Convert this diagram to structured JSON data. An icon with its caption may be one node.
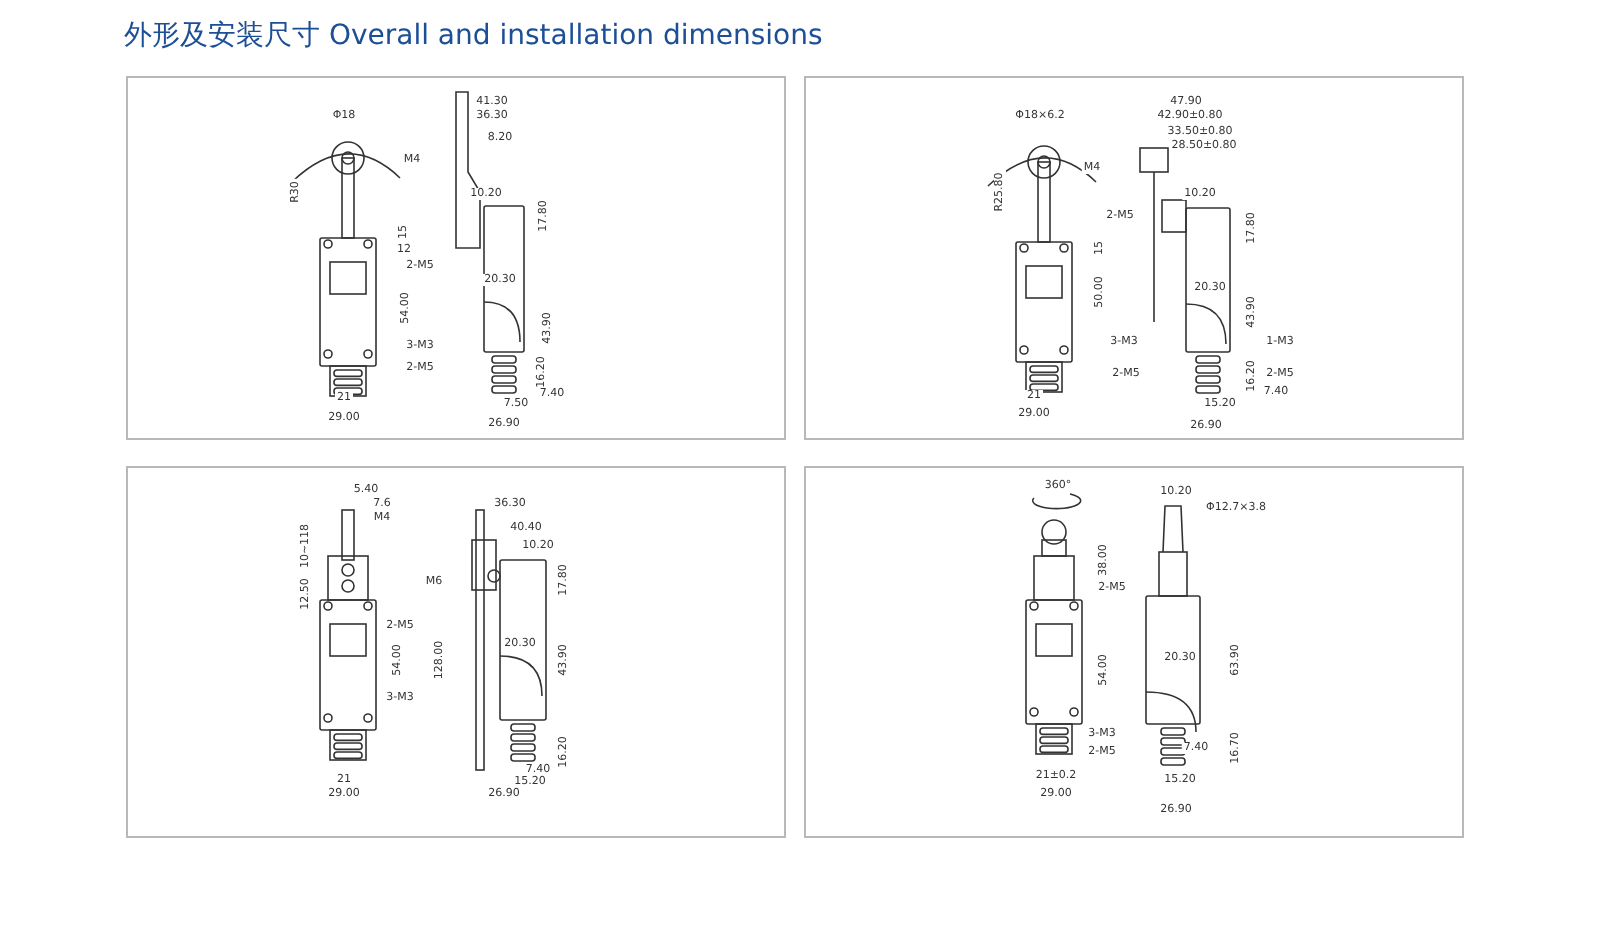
{
  "diagram": {
    "title": "外形及安装尺寸 Overall and installation dimensions",
    "labels": [
      "Φ18",
      "M4",
      "R30",
      "15",
      "12",
      "2-M5",
      "54.00",
      "3-M3",
      "2-M5",
      "21",
      "29.00",
      "41.30",
      "36.30",
      "8.20",
      "10.20",
      "17.80",
      "20.30",
      "43.90",
      "16.20",
      "7.40",
      "7.50",
      "26.90",
      "Φ18×6.2",
      "M4",
      "R25.80",
      "2-M5",
      "15",
      "50.00",
      "3-M3",
      "2-M5",
      "21",
      "29.00",
      "47.90",
      "42.90±0.80",
      "33.50±0.80",
      "28.50±0.80",
      "10.20",
      "17.80",
      "20.30",
      "43.90",
      "1-M3",
      "2-M5",
      "16.20",
      "7.40",
      "15.20",
      "26.90",
      "5.40",
      "7.6",
      "M4",
      "10~118",
      "12.50",
      "2-M5",
      "54.00",
      "3-M3",
      "21",
      "29.00",
      "36.30",
      "40.40",
      "10.20",
      "M6",
      "17.80",
      "128.00",
      "20.30",
      "43.90",
      "16.20",
      "7.40",
      "15.20",
      "26.90",
      "360°",
      "38.00",
      "2-M5",
      "54.00",
      "3-M3",
      "2-M5",
      "21±0.2",
      "29.00",
      "10.20",
      "Φ12.7×3.8",
      "63.90",
      "20.30",
      "7.40",
      "16.70",
      "15.20",
      "26.90"
    ]
  }
}
